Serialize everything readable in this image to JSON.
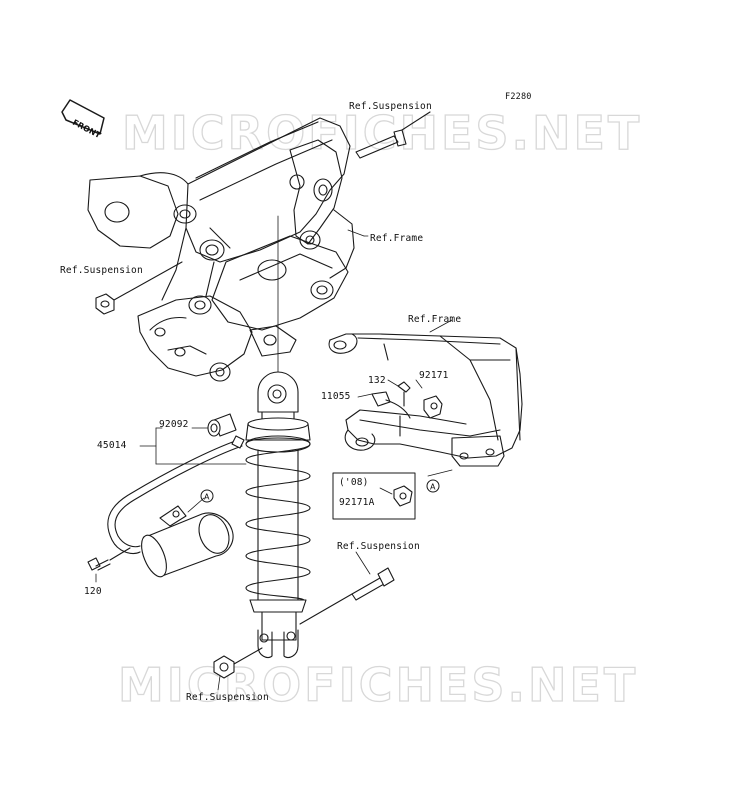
{
  "diagram": {
    "code": "F2280",
    "watermark": "MICROFICHES.NET",
    "front_badge": "FRONT",
    "callout_letter": "A",
    "labels": {
      "ref_susp_top": "Ref.Suspension",
      "ref_frame_top": "Ref.Frame",
      "ref_susp_left": "Ref.Suspension",
      "ref_frame_right": "Ref.Frame",
      "p132": "132",
      "p92171": "92171",
      "p11055": "11055",
      "p92092": "92092",
      "p45014": "45014",
      "inset_year": "('08)",
      "p92171a": "92171A",
      "ref_susp_mid": "Ref.Suspension",
      "p120": "120",
      "ref_susp_bottom": "Ref.Suspension"
    }
  }
}
